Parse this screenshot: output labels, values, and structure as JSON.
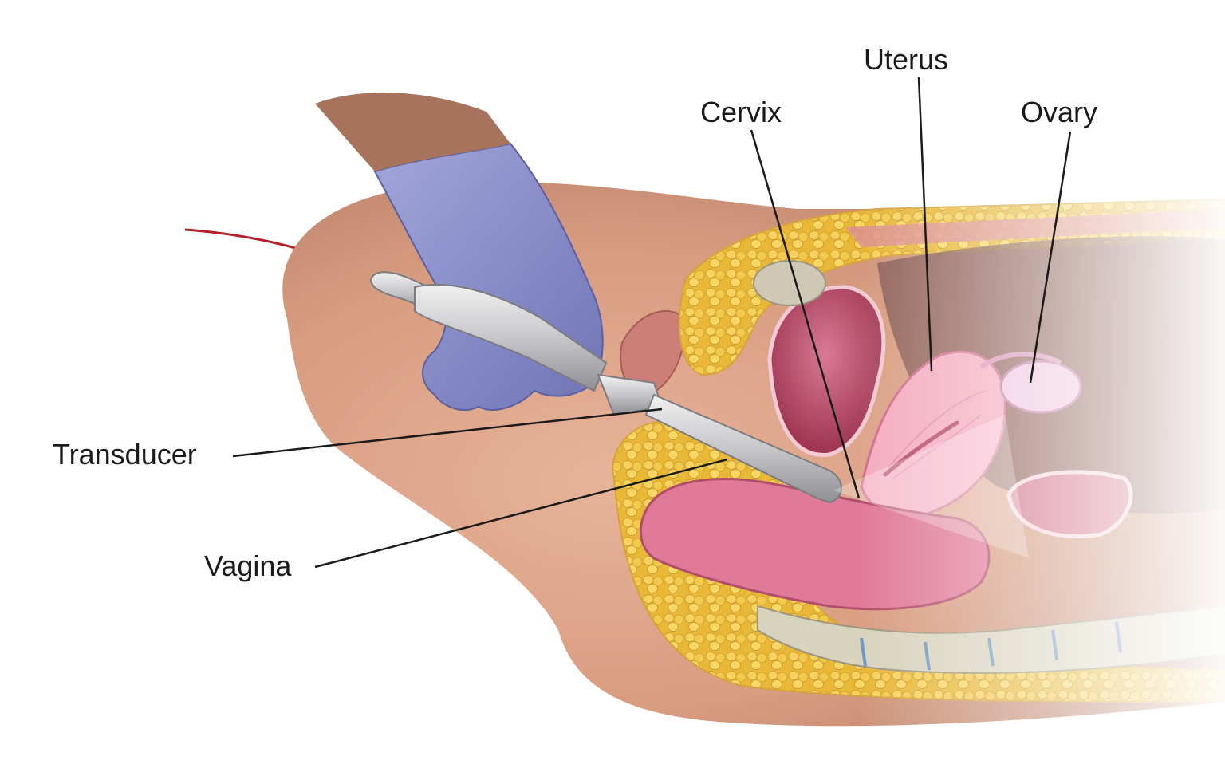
{
  "labels": {
    "uterus": "Uterus",
    "cervix": "Cervix",
    "ovary": "Ovary",
    "transducer": "Transducer",
    "vagina": "Vagina"
  },
  "colors": {
    "skin": "#e0a98c",
    "skin_shadow": "#b47c64",
    "glove": "#8e93cf",
    "fat": "#f0c443",
    "tissue_pink": "#e88aa4",
    "uterus": "#f2a4bd",
    "bladder": "#c85a7a",
    "probe": "#c9c9cc",
    "bone": "#d8d3bd",
    "line": "#1a1a1a"
  }
}
